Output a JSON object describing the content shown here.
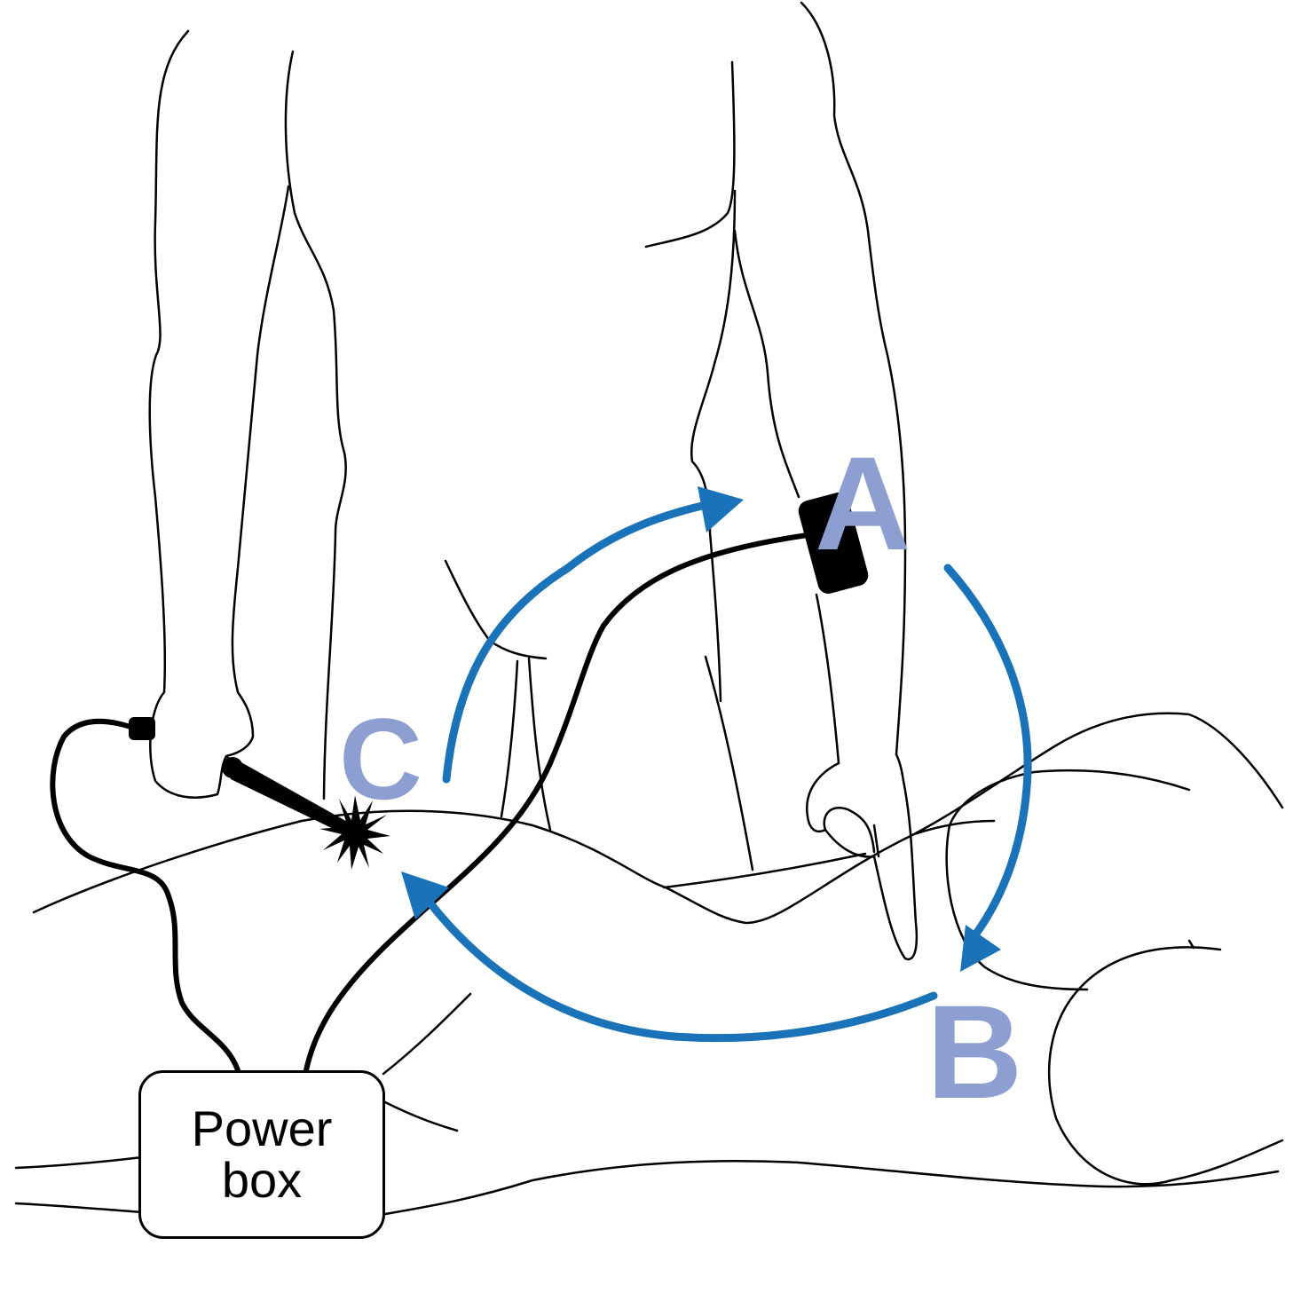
{
  "labels": {
    "a": "A",
    "b": "B",
    "c": "C"
  },
  "power_box": {
    "line1": "Power",
    "line2": "box"
  },
  "colors": {
    "arrow": "#1a73b8",
    "label": "#8c9fd0",
    "outline": "#000000",
    "background": "#ffffff"
  },
  "icons": [
    "therapist-figure",
    "patient-figure",
    "treatment-probe-icon",
    "spark-icon",
    "electrode-pad-icon",
    "power-box-icon"
  ]
}
